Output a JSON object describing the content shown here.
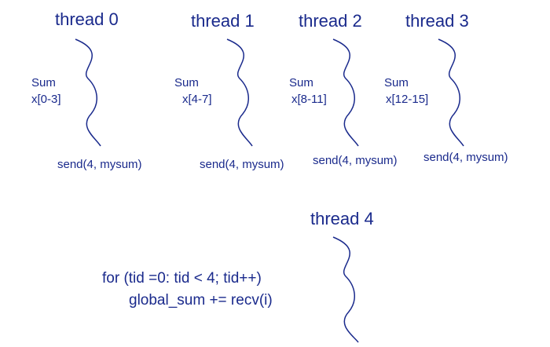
{
  "threads": [
    {
      "title": "thread 0",
      "sum_label": "Sum",
      "range_label": "x[0-3]",
      "send_label": "send(4, mysum)"
    },
    {
      "title": "thread 1",
      "sum_label": "Sum",
      "range_label": "x[4-7]",
      "send_label": "send(4, mysum)"
    },
    {
      "title": "thread 2",
      "sum_label": "Sum",
      "range_label": "x[8-11]",
      "send_label": "send(4, mysum)"
    },
    {
      "title": "thread 3",
      "sum_label": "Sum",
      "range_label": "x[12-15]",
      "send_label": "send(4, mysum)"
    }
  ],
  "receiver": {
    "title": "thread 4",
    "code_line_1": "for (tid =0: tid < 4; tid++)",
    "code_line_2": "global_sum += recv(i)"
  },
  "colors": {
    "text": "#1a2a8c",
    "background": "#ffffff"
  }
}
